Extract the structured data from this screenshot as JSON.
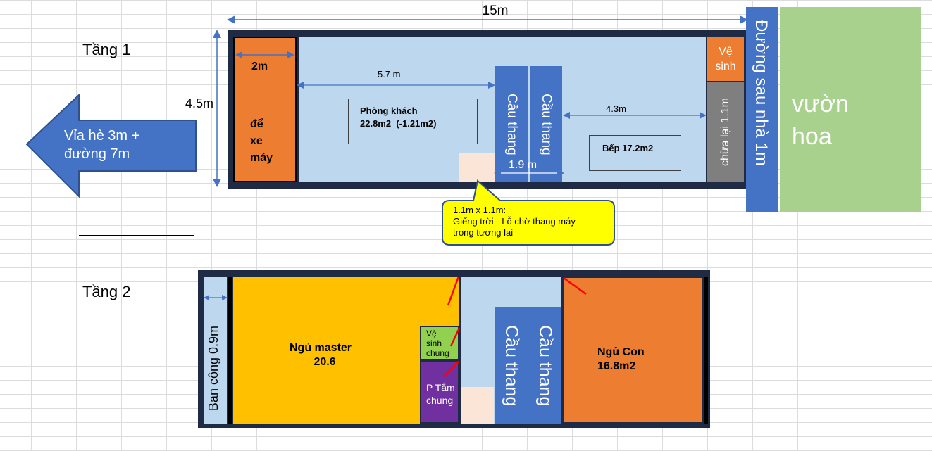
{
  "colors": {
    "frame": "#1f2a44",
    "light_blue": "#bdd7ee",
    "blue": "#4472c4",
    "orange": "#ed7d31",
    "gray": "#7f7f7f",
    "peach": "#fbe5d6",
    "green_garden": "#a9d18e",
    "yellow_note": "#ffff00",
    "gold": "#ffc000",
    "green_wc": "#92d050",
    "purple": "#7030a0",
    "red": "#ff0000"
  },
  "floor1": {
    "label": "Tầng 1",
    "width_dim": "15m",
    "height_dim": "4.5m",
    "parking": {
      "width_dim": "2m",
      "label_lines": [
        "để",
        "xe",
        "máy"
      ]
    },
    "living": {
      "dim": "5.7 m",
      "name": "Phòng khách",
      "area": "22.8m2  (-1.21m2)"
    },
    "stair_left": "Cầu thang",
    "stair_right": "Cầu thang",
    "stair_width_dim": "1.9 m",
    "kitchen": {
      "dim": "4.3m",
      "label": "Bếp 17.2m2"
    },
    "wc_lines": [
      "Vệ",
      "sinh"
    ],
    "spare": "chừa lại 1.1m",
    "back_road": "Đường sau nhà 1m",
    "garden_lines": [
      "vườn",
      "hoa"
    ],
    "street_lines": [
      "Vỉa hè 3m +",
      "đường 7m"
    ],
    "callout_lines": [
      "1.1m x 1.1m:",
      "Giếng trời - Lỗ chờ thang máy",
      "trong tương lai"
    ]
  },
  "floor2": {
    "label": "Tầng 2",
    "balcony": "Ban công 0.9m",
    "master_lines": [
      "Ngủ master",
      "20.6"
    ],
    "wc_lines": [
      "Vệ",
      "sinh",
      "chung"
    ],
    "bath_lines": [
      "P Tắm",
      "chung"
    ],
    "stair_left": "Cầu thang",
    "stair_right": "Cầu thang",
    "child_lines": [
      "Ngủ Con",
      "16.8m2"
    ]
  }
}
